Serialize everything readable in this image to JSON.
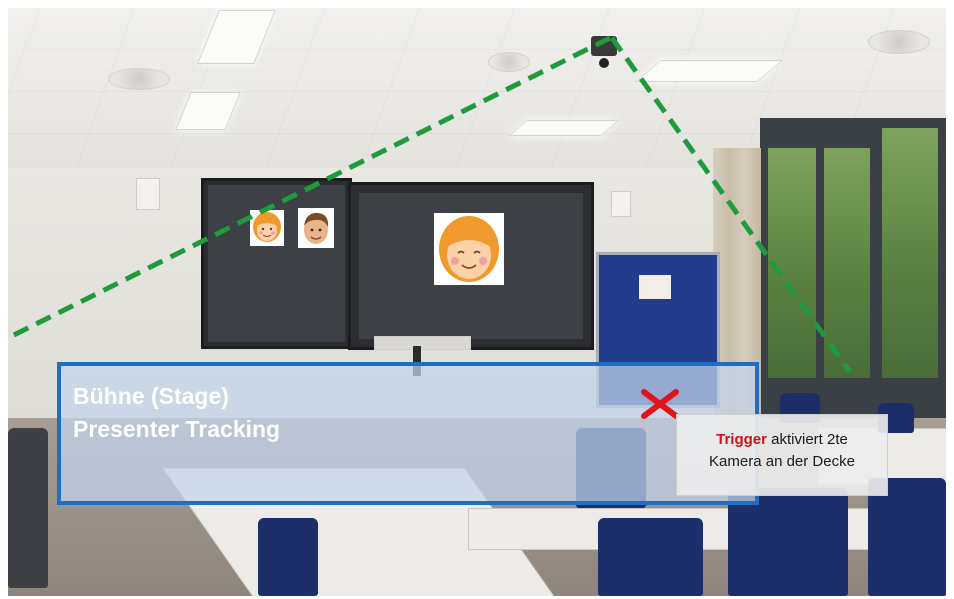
{
  "overlay": {
    "stage_line1": "Bühne (Stage)",
    "stage_line2": "Presenter Tracking",
    "trigger_word": "Trigger",
    "trigger_rest": " aktiviert 2te",
    "trigger_line2": "Kamera an der Decke"
  },
  "colors": {
    "fov_line": "#1e9b3c",
    "stage_border": "#1f6ec4",
    "marker": "#e0141c",
    "trigger_word": "#d0131a"
  },
  "icons": [
    "girl-face-icon",
    "boy-face-icon",
    "girl-face-large-icon",
    "red-x-marker-icon",
    "ceiling-camera-icon"
  ]
}
